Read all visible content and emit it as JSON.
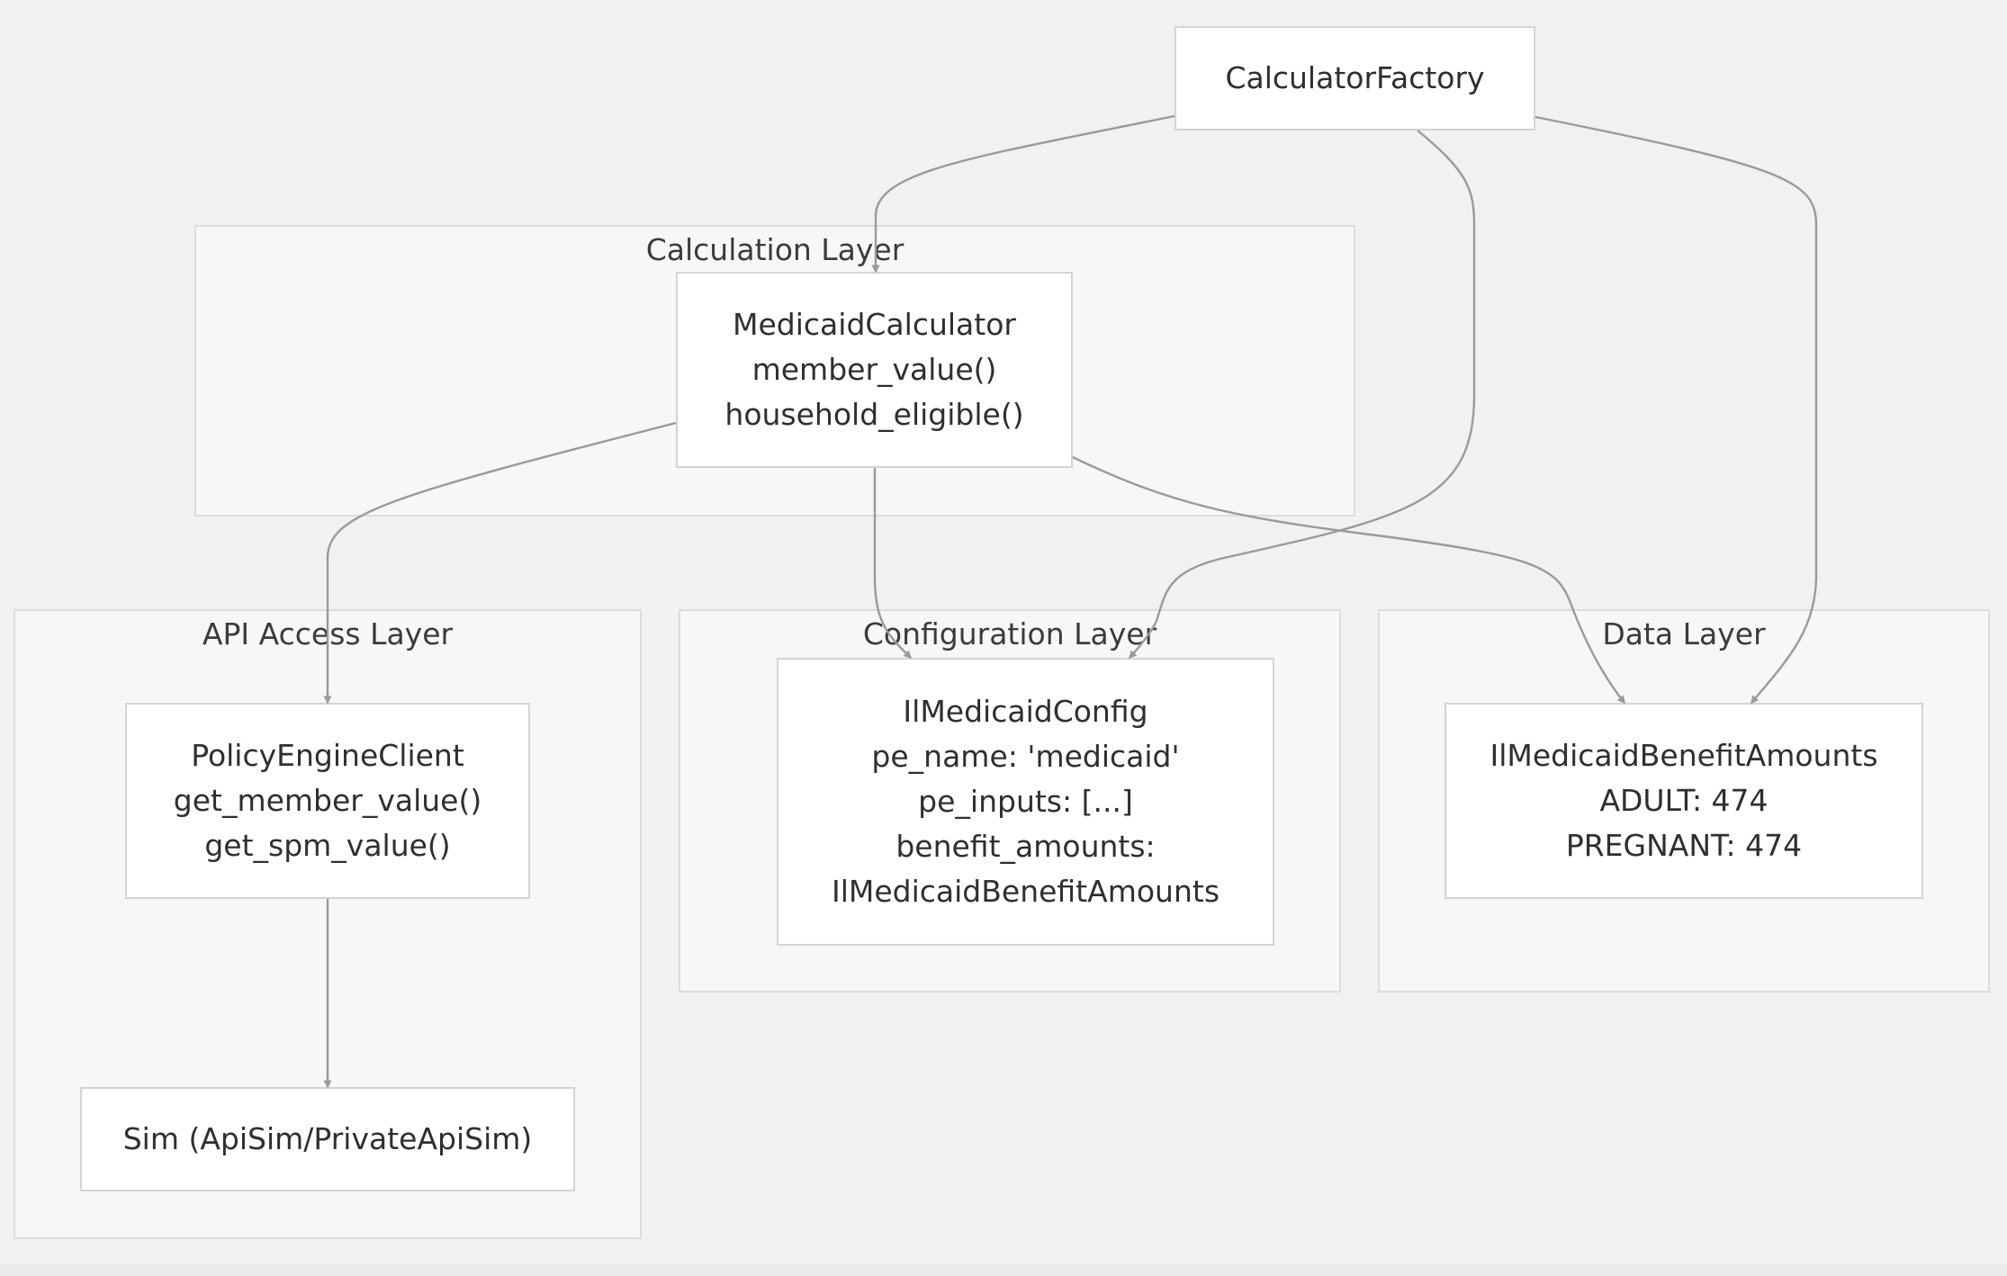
{
  "layers": {
    "calculation": {
      "title": "Calculation Layer"
    },
    "api_access": {
      "title": "API Access Layer"
    },
    "configuration": {
      "title": "Configuration Layer"
    },
    "data": {
      "title": "Data Layer"
    }
  },
  "nodes": {
    "calculator_factory": {
      "lines": [
        "CalculatorFactory"
      ]
    },
    "medicaid_calculator": {
      "lines": [
        "MedicaidCalculator",
        "member_value()",
        "household_eligible()"
      ]
    },
    "policy_engine_client": {
      "lines": [
        "PolicyEngineClient",
        "get_member_value()",
        "get_spm_value()"
      ]
    },
    "sim": {
      "lines": [
        "Sim (ApiSim/PrivateApiSim)"
      ]
    },
    "il_medicaid_config": {
      "lines": [
        "IlMedicaidConfig",
        "pe_name: 'medicaid'",
        "pe_inputs: [...]",
        "benefit_amounts:",
        "IlMedicaidBenefitAmounts"
      ]
    },
    "il_medicaid_benefit_amounts": {
      "lines": [
        "IlMedicaidBenefitAmounts",
        "ADULT: 474",
        "PREGNANT: 474"
      ]
    }
  },
  "edges": [
    {
      "from": "CalculatorFactory",
      "to": "MedicaidCalculator"
    },
    {
      "from": "CalculatorFactory",
      "to": "IlMedicaidConfig"
    },
    {
      "from": "CalculatorFactory",
      "to": "IlMedicaidBenefitAmounts"
    },
    {
      "from": "MedicaidCalculator",
      "to": "PolicyEngineClient"
    },
    {
      "from": "MedicaidCalculator",
      "to": "IlMedicaidConfig"
    },
    {
      "from": "MedicaidCalculator",
      "to": "IlMedicaidBenefitAmounts"
    },
    {
      "from": "PolicyEngineClient",
      "to": "Sim (ApiSim/PrivateApiSim)"
    }
  ]
}
